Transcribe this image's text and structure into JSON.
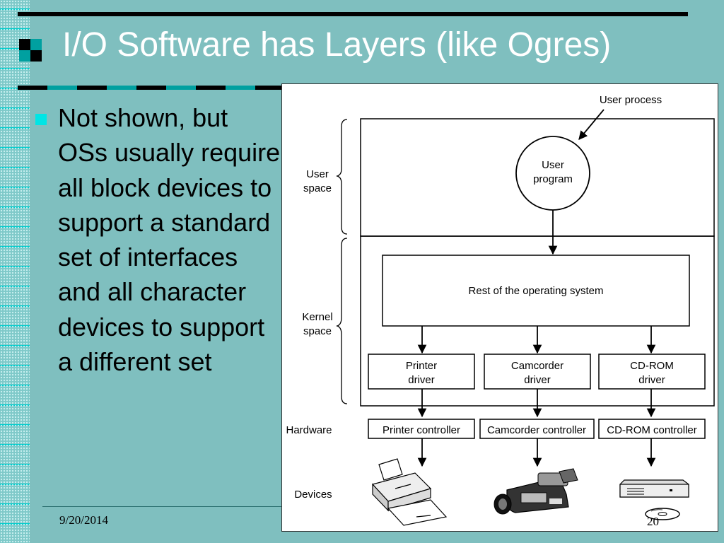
{
  "slide": {
    "title": "I/O Software has Layers (like Ogres)",
    "bullet": "Not shown, but OSs usually require all block devices to support a standard set of interfaces and all character devices to support a different set",
    "date": "9/20/2014",
    "page_number": "20"
  },
  "diagram": {
    "user_process_label": "User process",
    "user_program": [
      "User",
      "program"
    ],
    "rest_of_os": "Rest of the operating system",
    "layers": {
      "user_space": [
        "User",
        "space"
      ],
      "kernel_space": [
        "Kernel",
        "space"
      ],
      "hardware": "Hardware",
      "devices": "Devices"
    },
    "drivers": [
      [
        "Printer",
        "driver"
      ],
      [
        "Camcorder",
        "driver"
      ],
      [
        "CD-ROM",
        "driver"
      ]
    ],
    "controllers": [
      "Printer controller",
      "Camcorder controller",
      "CD-ROM controller"
    ],
    "device_icons": [
      "printer-icon",
      "camcorder-icon",
      "cd-rom-drive-icon"
    ]
  },
  "colors": {
    "background": "#7fbfbf",
    "title_text": "#ffffff",
    "bullet": "#00e5e5"
  }
}
